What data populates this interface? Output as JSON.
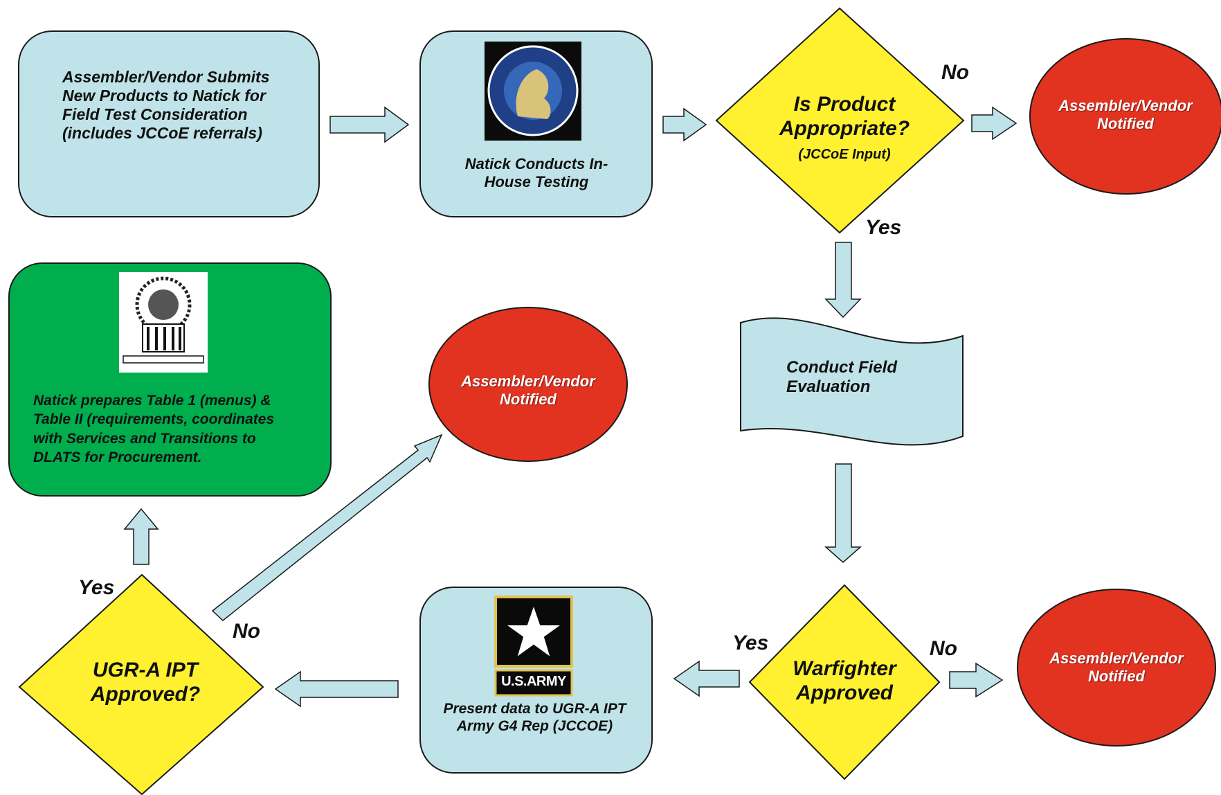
{
  "diagram": {
    "colors": {
      "process_fill": "#bfe3e8",
      "final_fill": "#00ae4e",
      "decision_fill": "#fff12f",
      "terminal_fill": "#e23220",
      "arrow_fill": "#bfe3e8",
      "outline": "#1a1a1a"
    },
    "nodes": {
      "submit": {
        "label": "Assembler/Vendor Submits New Products to Natick for Field Test Consideration (includes JCCoE referrals)"
      },
      "inhouse": {
        "label": "Natick Conducts In-House Testing",
        "icon": "natick-seal-icon"
      },
      "appropriate": {
        "title": "Is Product Appropriate?",
        "subtitle": "(JCCoE Input)"
      },
      "notified_top": {
        "label": "Assembler/Vendor Notified"
      },
      "field_eval": {
        "label": "Conduct Field Evaluation"
      },
      "warfighter": {
        "label": "Warfighter Approved"
      },
      "notified_bottom": {
        "label": "Assembler/Vendor Notified"
      },
      "present": {
        "label": "Present data to UGR-A IPT Army G4 Rep (JCCOE)",
        "icon": "us-army-star-icon",
        "logo_text": "U.S.ARMY"
      },
      "ugra": {
        "label": "UGR-A IPT Approved?"
      },
      "notified_mid": {
        "label": "Assembler/Vendor Notified"
      },
      "natick_prep": {
        "label": "Natick prepares Table 1 (menus) & Table II (requirements, coordinates with Services and Transitions to DLATS for Procurement.",
        "icon": "dla-seal-icon"
      }
    },
    "edge_labels": {
      "appropriate_no": "No",
      "appropriate_yes": "Yes",
      "warfighter_yes": "Yes",
      "warfighter_no": "No",
      "ugra_yes": "Yes",
      "ugra_no": "No"
    }
  }
}
